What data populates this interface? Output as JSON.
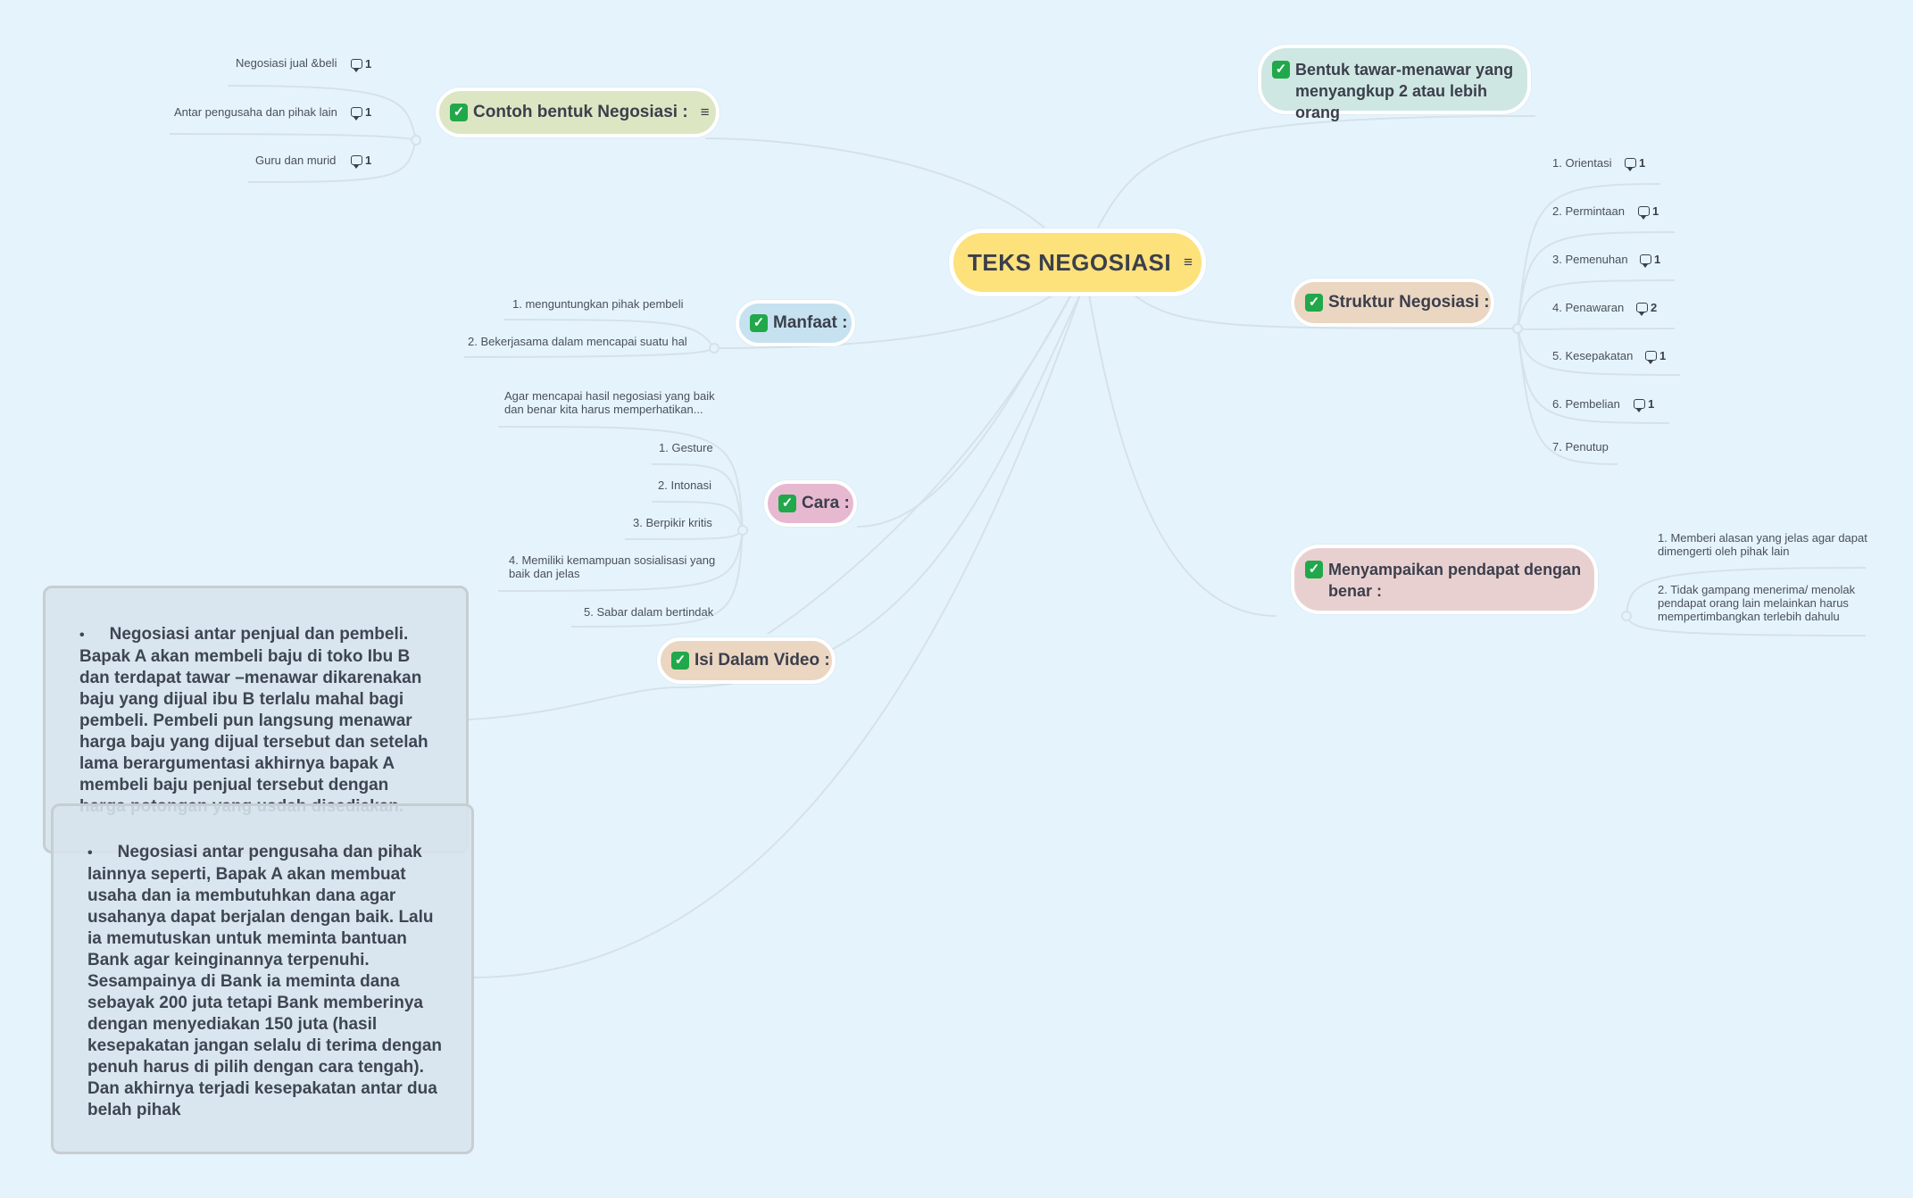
{
  "root": {
    "title": "TEKS NEGOSIASI",
    "icon": "notes-icon"
  },
  "branches": {
    "contoh": {
      "title": "Contoh bentuk Negosiasi :",
      "children": [
        {
          "label": "Negosiasi jual &beli",
          "comments": "1"
        },
        {
          "label": "Antar pengusaha dan pihak lain",
          "comments": "1"
        },
        {
          "label": "Guru dan murid",
          "comments": "1"
        }
      ]
    },
    "manfaat": {
      "title": "Manfaat :",
      "children": [
        {
          "label": "1. menguntungkan pihak pembeli"
        },
        {
          "label": "2. Bekerjasama dalam mencapai suatu hal"
        }
      ]
    },
    "cara": {
      "title": "Cara :",
      "children": [
        {
          "label": "Agar mencapai hasil negosiasi yang baik dan benar kita harus memperhatikan..."
        },
        {
          "label": "1. Gesture"
        },
        {
          "label": "2. Intonasi"
        },
        {
          "label": "3. Berpikir kritis"
        },
        {
          "label": "4. Memiliki kemampuan sosialisasi yang baik dan jelas"
        },
        {
          "label": "5. Sabar dalam bertindak"
        }
      ]
    },
    "isi": {
      "title": "Isi Dalam Video :"
    },
    "bentuk": {
      "title": "Bentuk tawar-menawar yang menyangkup 2 atau lebih orang"
    },
    "struktur": {
      "title": "Struktur Negosiasi :",
      "children": [
        {
          "label": "1. Orientasi",
          "comments": "1"
        },
        {
          "label": "2. Permintaan",
          "comments": "1"
        },
        {
          "label": "3. Pemenuhan",
          "comments": "1"
        },
        {
          "label": "4. Penawaran",
          "comments": "2"
        },
        {
          "label": "5. Kesepakatan",
          "comments": "1"
        },
        {
          "label": "6. Pembelian",
          "comments": "1"
        },
        {
          "label": "7. Penutup"
        }
      ]
    },
    "menyampaikan": {
      "title": "Menyampaikan pendapat dengan benar :",
      "children": [
        {
          "label": "1. Memberi alasan yang jelas agar dapat dimengerti oleh pihak lain"
        },
        {
          "label": "2. Tidak gampang menerima/ menolak pendapat orang lain melainkan harus mempertimbangkan terlebih dahulu"
        }
      ]
    }
  },
  "notes": [
    {
      "bullet": "•",
      "text": "Negosiasi antar penjual dan pembeli. Bapak A akan membeli baju di toko Ibu B dan terdapat tawar –menawar dikarenakan baju yang dijual ibu B terlalu mahal bagi pembeli. Pembeli pun langsung menawar harga baju yang dijual tersebut dan setelah lama berargumentasi akhirnya bapak A membeli baju penjual tersebut dengan harga potongan yang usdah disediakan."
    },
    {
      "bullet": "•",
      "text": "Negosiasi antar pengusaha dan pihak lainnya seperti, Bapak A akan membuat usaha dan ia membutuhkan dana agar usahanya dapat berjalan dengan baik. Lalu ia memutuskan untuk meminta bantuan Bank agar  keinginannya terpenuhi. Sesampainya di Bank ia meminta dana sebayak 200 juta tetapi Bank memberinya dengan menyediakan 150 juta (hasil kesepakatan jangan selalu di terima dengan penuh harus di pilih dengan cara tengah). Dan akhirnya terjadi kesepakatan antar dua belah pihak"
    }
  ],
  "colors": {
    "background": "#e5f4fc",
    "root": "#fde17a",
    "contoh": "#dde6c2",
    "manfaat": "#c6e2f0",
    "cara": "#e7b9d0",
    "isi": "#ead6c1",
    "bentuk": "#cfe7e3",
    "struktur": "#ead6c1",
    "menyampaikan": "#e9d0d0",
    "link": "#d6e1e8",
    "check": "#20a84a"
  },
  "icons": {
    "check": "check-icon",
    "comment": "comment-icon",
    "notes": "notes-icon"
  }
}
